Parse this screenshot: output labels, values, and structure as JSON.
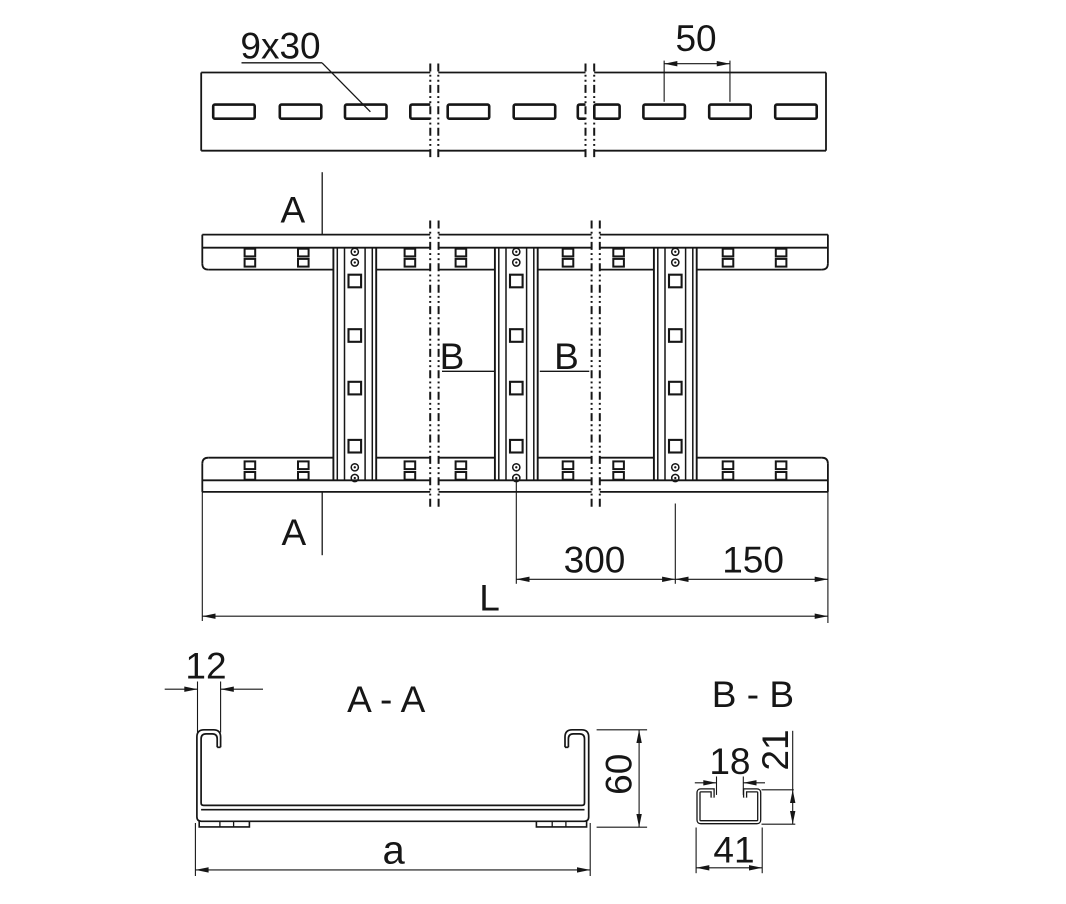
{
  "page": {
    "background_color": "#ffffff",
    "line_color": "#161616",
    "description": "Technical dimension drawing of a cable ladder: side view of the perforated side rail, plan view with three rungs, and cross-sections A-A and B-B"
  },
  "side_view": {
    "slot_label": "9x30",
    "pitch_dim": "50"
  },
  "plan_view": {
    "section_a_label": "A",
    "section_b_label": "B",
    "rung_spacing_dim": "300",
    "end_spacing_dim": "150",
    "length_dim": "L"
  },
  "section_aa": {
    "title": "A - A",
    "hook_width_dim": "12",
    "height_dim": "60",
    "width_dim": "a"
  },
  "section_bb": {
    "title": "B - B",
    "opening_dim": "18",
    "height_dim": "21",
    "width_dim": "41"
  }
}
